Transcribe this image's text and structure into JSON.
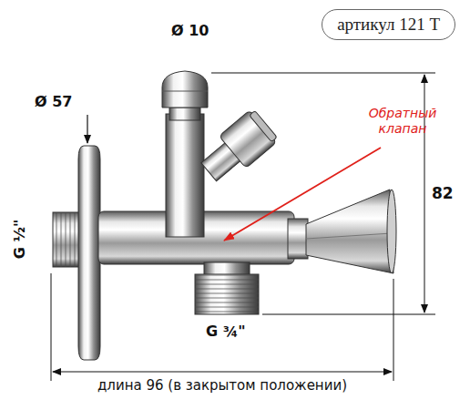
{
  "diagram": {
    "nodes": [
      {
        "text": [
          "артикул 121 T"
        ]
      }
    ],
    "labels": [
      "Ø 10",
      "Ø 57",
      "Обратный клапан",
      "82",
      "G ½\"",
      "G ¾\"",
      "длина 96 (в закрытом положении)"
    ]
  }
}
